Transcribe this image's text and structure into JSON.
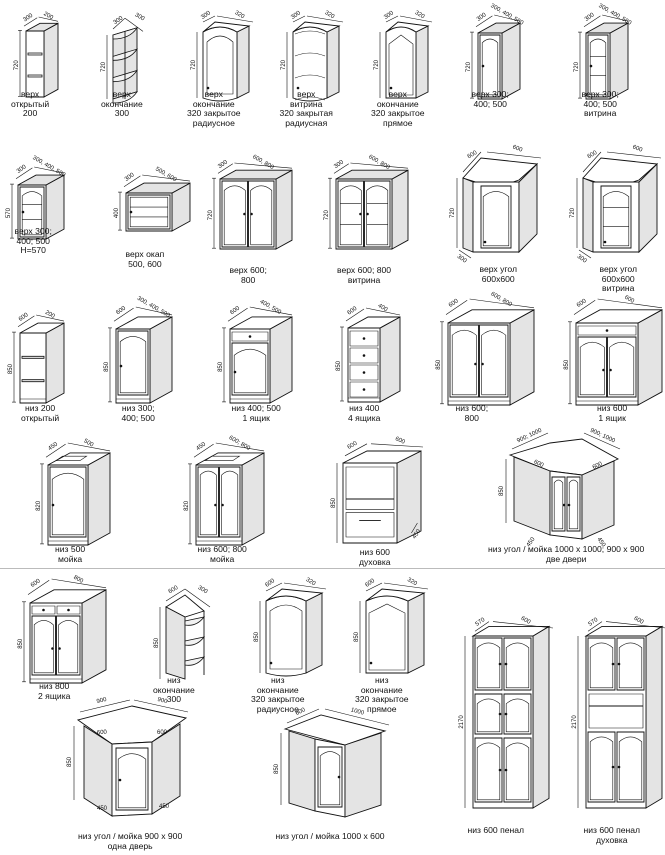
{
  "cabinets": [
    {
      "key": "c01",
      "dims": {
        "w": "300",
        "d": "200",
        "h": "720"
      },
      "caption": [
        "верх",
        "открытый",
        "200"
      ]
    },
    {
      "key": "c02",
      "dims": {
        "w": "300",
        "d": "300",
        "h": "720"
      },
      "caption": [
        "верх",
        "окончание",
        "300"
      ]
    },
    {
      "key": "c03",
      "dims": {
        "w": "300",
        "d": "320",
        "h": "720"
      },
      "caption": [
        "верх",
        "окончание",
        "320 закрытое",
        "радиусное"
      ]
    },
    {
      "key": "c04",
      "dims": {
        "w": "300",
        "d": "320",
        "h": "720"
      },
      "caption": [
        "верх",
        "витрина",
        "320 закрытая",
        "радиусная"
      ]
    },
    {
      "key": "c05",
      "dims": {
        "w": "300",
        "d": "320",
        "h": "720"
      },
      "caption": [
        "верх",
        "окончание",
        "320 закрытое",
        "прямое"
      ]
    },
    {
      "key": "c06",
      "dims": {
        "w": "300",
        "d": "300, 400, 500",
        "h": "720"
      },
      "caption": [
        "верх 300;",
        "400; 500"
      ]
    },
    {
      "key": "c07",
      "dims": {
        "w": "300",
        "d": "300, 400, 500",
        "h": "720"
      },
      "caption": [
        "верх 300;",
        "400; 500",
        "витрина"
      ]
    },
    {
      "key": "c08",
      "dims": {
        "w": "300",
        "d": "300, 400, 500",
        "h": "570"
      },
      "caption": [
        "верх 300;",
        "400; 500",
        "H=570"
      ]
    },
    {
      "key": "c09",
      "dims": {
        "w": "300",
        "d": "500, 600",
        "h": "400"
      },
      "caption": [
        "верх окап",
        "500, 600"
      ]
    },
    {
      "key": "c10",
      "dims": {
        "w": "300",
        "d": "600, 800",
        "h": "720"
      },
      "caption": [
        "верх 600;",
        "800"
      ]
    },
    {
      "key": "c11",
      "dims": {
        "w": "300",
        "d": "600, 800",
        "h": "720"
      },
      "caption": [
        "верх 600; 800",
        "витрина"
      ]
    },
    {
      "key": "c12",
      "dims": {
        "w": "600",
        "d": "600",
        "h": "720",
        "b": "300"
      },
      "caption": [
        "верх угол",
        "600x600"
      ]
    },
    {
      "key": "c13",
      "dims": {
        "w": "600",
        "d": "600",
        "h": "720",
        "b": "300"
      },
      "caption": [
        "верх угол",
        "600x600",
        "витрина"
      ]
    },
    {
      "key": "c14",
      "dims": {
        "w": "600",
        "d": "200",
        "h": "850"
      },
      "caption": [
        "низ 200",
        "открытый"
      ]
    },
    {
      "key": "c15",
      "dims": {
        "w": "600",
        "d": "300, 400, 500",
        "h": "850"
      },
      "caption": [
        "низ 300;",
        "400; 500"
      ]
    },
    {
      "key": "c16",
      "dims": {
        "w": "600",
        "d": "400, 500",
        "h": "850"
      },
      "caption": [
        "низ 400; 500",
        "1 ящик"
      ]
    },
    {
      "key": "c17",
      "dims": {
        "w": "600",
        "d": "400",
        "h": "850"
      },
      "caption": [
        "низ 400",
        "4 ящика"
      ]
    },
    {
      "key": "c18",
      "dims": {
        "w": "600",
        "d": "600, 800",
        "h": "850"
      },
      "caption": [
        "низ 600;",
        "800"
      ]
    },
    {
      "key": "c19",
      "dims": {
        "w": "600",
        "d": "600",
        "h": "850"
      },
      "caption": [
        "низ 600",
        "1 ящик"
      ]
    },
    {
      "key": "c20",
      "dims": {
        "w": "450",
        "d": "500",
        "h": "820"
      },
      "caption": [
        "низ 500",
        "мойка"
      ]
    },
    {
      "key": "c21",
      "dims": {
        "w": "450",
        "d": "600; 800",
        "h": "820"
      },
      "caption": [
        "низ 600; 800",
        "мойка"
      ]
    },
    {
      "key": "c22",
      "dims": {
        "w": "600",
        "d": "600",
        "h": "850",
        "b": "450"
      },
      "caption": [
        "низ 600",
        "духовка"
      ]
    },
    {
      "key": "c23",
      "dims": {
        "w": "900; 1000",
        "d": "900; 1000",
        "h": "850",
        "f1": "600",
        "f2": "600",
        "b1": "450",
        "b2": "450"
      },
      "caption": [
        "низ угол / мойка 1000 x 1000; 900 x 900",
        "две двери"
      ]
    },
    {
      "key": "c24",
      "dims": {
        "w": "600",
        "d": "800",
        "h": "850"
      },
      "caption": [
        "низ 800",
        "2 ящика"
      ]
    },
    {
      "key": "c25",
      "dims": {
        "w": "600",
        "d": "300",
        "h": "850"
      },
      "caption": [
        "низ",
        "окончание",
        "300"
      ]
    },
    {
      "key": "c26",
      "dims": {
        "w": "600",
        "d": "320",
        "h": "850"
      },
      "caption": [
        "низ",
        "окончание",
        "320 закрытое",
        "радиусное"
      ]
    },
    {
      "key": "c27",
      "dims": {
        "w": "600",
        "d": "320",
        "h": "850"
      },
      "caption": [
        "низ",
        "окончание",
        "320 закрытое",
        "прямое"
      ]
    },
    {
      "key": "c28",
      "dims": {
        "w": "570",
        "d": "600",
        "h": "2170"
      },
      "caption": [
        "низ 600 пенал"
      ]
    },
    {
      "key": "c29",
      "dims": {
        "w": "570",
        "d": "600",
        "h": "2170"
      },
      "caption": [
        "низ 600 пенал",
        "духовка"
      ]
    },
    {
      "key": "c30",
      "dims": {
        "w": "900",
        "d": "900",
        "h": "850",
        "f1": "600",
        "f2": "600",
        "b1": "450",
        "b2": "450"
      },
      "caption": [
        "низ угол / мойка 900 x 900",
        "одна дверь"
      ]
    },
    {
      "key": "c31",
      "dims": {
        "w": "1000",
        "d": "600",
        "h": "850"
      },
      "caption": [
        "низ угол / мойка 1000 x 600"
      ]
    }
  ]
}
